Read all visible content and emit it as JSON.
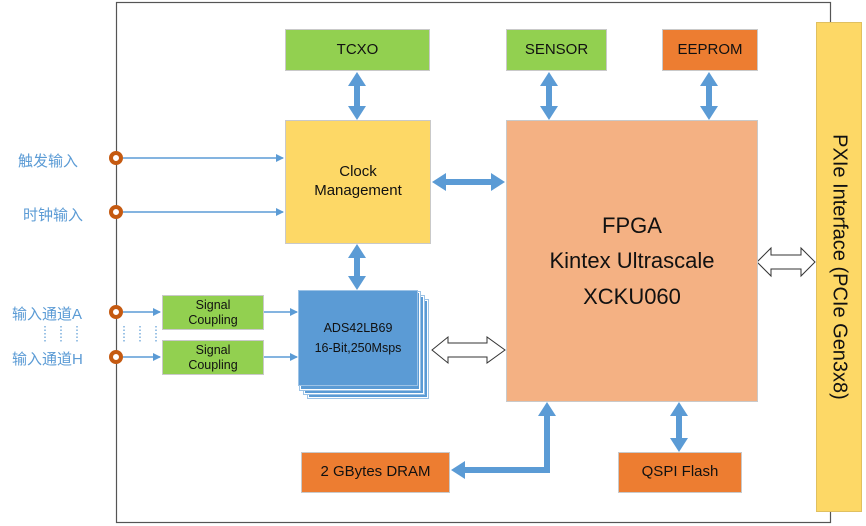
{
  "inputs": {
    "trigger_in": "触发输入",
    "clock_in": "时钟输入",
    "channel_a": "输入通道A",
    "channel_h": "输入通道H",
    "ellipsis_left": "⋮ ⋮ ⋮",
    "ellipsis_mid": "⋮ ⋮ ⋮"
  },
  "blocks": {
    "tcxo": "TCXO",
    "sensor": "SENSOR",
    "eeprom": "EEPROM",
    "clock_line1": "Clock",
    "clock_line2": "Management",
    "signal_coupling_a_line1": "Signal",
    "signal_coupling_a_line2": "Coupling",
    "signal_coupling_h_line1": "Signal",
    "signal_coupling_h_line2": "Coupling",
    "adc_line1": "ADS42LB69",
    "adc_line2": "16-Bit,250Msps",
    "fpga_line1": "FPGA",
    "fpga_line2": "Kintex Ultrascale",
    "fpga_line3": "XCKU060",
    "dram": "2 GBytes DRAM",
    "qspi": "QSPI Flash",
    "pxie": "PXIe Interface (PCIe Gen3x8)"
  },
  "colors": {
    "green": "#92d050",
    "orange": "#ed7d31",
    "yellow": "#fdd866",
    "salmon": "#f4b183",
    "blue": "#5b9bd5",
    "connector": "#c55a11"
  }
}
